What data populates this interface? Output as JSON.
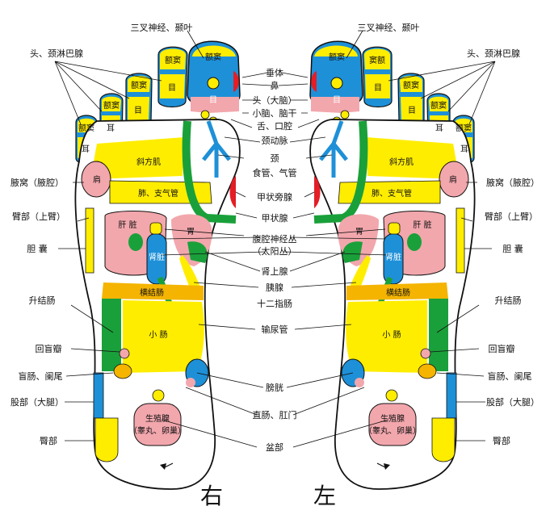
{
  "colors": {
    "yellow": "#ffed00",
    "blue": "#1e90d8",
    "green": "#1aa03a",
    "pink": "#f2a7ad",
    "red": "#e41e26",
    "orange": "#f4b400",
    "outline": "#111111"
  },
  "labels": {
    "trigeminal": "三叉神经、颞叶",
    "lymph_head_neck": "头、颈淋巴腺",
    "pituitary": "垂体",
    "nose": "鼻",
    "head_brain": "头（大脑）",
    "cerebellum": "小脑、脑干",
    "tongue": "舌、口腔",
    "carotid": "颈动脉",
    "neck": "颈",
    "esophagus": "食管、气管",
    "parathyroid": "甲状旁腺",
    "thyroid": "甲状腺",
    "celiac_1": "腹腔神经丛",
    "celiac_2": "（太阳丛）",
    "adrenal": "肾上腺",
    "pancreas": "胰腺",
    "duodenum": "十二指肠",
    "ureter": "输尿管",
    "bladder": "膀胱",
    "rectum": "直肠、肛门",
    "pelvis": "盆部",
    "armpit": "腋窝（腋腔）",
    "upper_arm": "臂部（上臂）",
    "gallbladder": "胆 囊",
    "ascending_colon": "升结肠",
    "ileocecal": "回盲瓣",
    "cecum": "盲肠、阑尾",
    "thigh": "股部（大腿）",
    "buttock": "臀部"
  },
  "zones": {
    "sinus": "额窦",
    "sinus_alt": "窦额",
    "eye": "目",
    "ear": "耳",
    "shoulder": "肩",
    "trapezius": "斜方肌",
    "lung": "肺、支气管",
    "liver": "肝 脏",
    "stomach": "胃",
    "kidney": "肾脏",
    "transverse_colon": "横结肠",
    "small_intestine": "小 肠",
    "gonad_1": "生殖腺",
    "gonad_2": "（睾丸、卵巢）"
  },
  "sides": {
    "right": "右",
    "left": "左"
  }
}
